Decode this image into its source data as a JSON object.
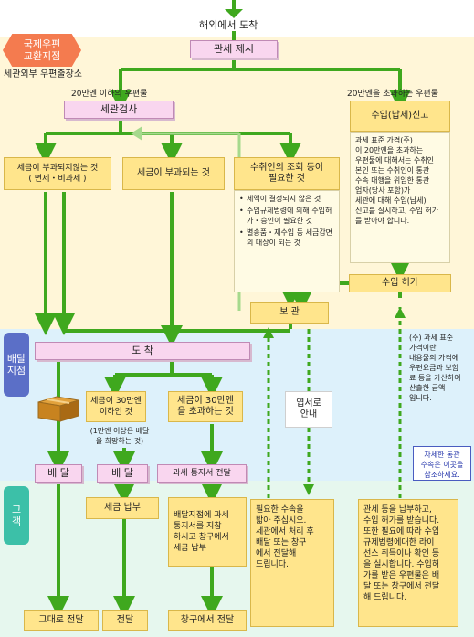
{
  "colors": {
    "flow_green": "#3fa81e",
    "dashed_green": "#3fa81e",
    "return_line": "#a6d98d",
    "band_customs_bg": "#fff6d8",
    "band_delivery_bg": "#ddf1fb",
    "band_customer_bg": "#e6f7ee",
    "label_customs": "#f47b4f",
    "label_delivery": "#5b6fc7",
    "label_customer": "#3cc0a8"
  },
  "top": {
    "arrival": "해외에서 도착"
  },
  "bands": {
    "customs_office": "국제우편\n교환지점",
    "customs_post": "세관외부 우편출장소",
    "delivery": "배달\n지점",
    "customer": "고\n객"
  },
  "nodes": {
    "customs_declaration": "관세 제시",
    "under_200k": "20만엔 이하의 우편물",
    "over_200k": "20만엔을 초과하는 우편물",
    "customs_inspection": "세관검사",
    "import_declaration": "수입(납세)신고",
    "not_taxed": "세금이 부과되지않는 것\n( 면세・비과세 )",
    "taxed": "세금이 부과되는 것",
    "needs_review": "수취인의 조회 등이\n필요한 것",
    "storage": "보 관",
    "import_permit": "수입 허가",
    "arrival_delivery": "도 착",
    "tax_under_300k": "세금이 30만엔\n이하인 것",
    "tax_over_300k": "세금이 30만엔\n을 초과하는 것",
    "fix_note": "(1만엔 이상은 배달\n을 희망하는 것)",
    "guide": "엽서로\n안내",
    "deliver_1": "배 달",
    "deliver_2": "배 달",
    "tax_notice_delivery": "과세 통지서 전달",
    "pay_tax": "세금 납부",
    "hand_as_is": "그대로 전달",
    "hand_over": "전달",
    "hand_at_counter": "창구에서 전달"
  },
  "notes": {
    "standard_value": "과세 표준 가격(주)\n이 20만엔을 초과하는\n우편물에 대해서는 수취인\n본인 또는 수취인이 통관\n수속 대행을 위임한 통관\n업자(당사 포함)가\n세관에 대해 수입(납세)\n신고를 실시하고, 수입 허가\n를 받아야 합니다.",
    "review_items": [
      "세액이 결정되지 않은 것",
      "수입규제법령에 의해 수입허가・승인이 필요한 것",
      "별송품・재수입 등 세금감면의 대상이 되는 것"
    ],
    "footnote": "(주) 과세 표준\n가격이란\n내용물의 가격에\n우편요금과 보험\n료 등을 가산하여\n산출한 금액\n입니다.",
    "link_text": "자세한 통관\n수속은 이곳을\n참조하세요.",
    "tax_procedure": "배달지점에 과세\n통지서를 지참\n하시고 창구에서\n세금 납부",
    "customer_procedure": "필요한 수속을\n밟아 주십시오.\n세관에서 처리 후\n배달 또는 창구\n에서 전달해\n드립니다.",
    "duty_payment": "관세 등을 납부하고,\n수입 허가를 받습니다.\n또한 필요에 따라 수입\n규제법령에대한 라이\n선스 취득이나 확인 등\n을 실시합니다. 수입허\n가를 받은 우편물은 배\n달 또는 창구에서 전달\n해 드립니다."
  }
}
